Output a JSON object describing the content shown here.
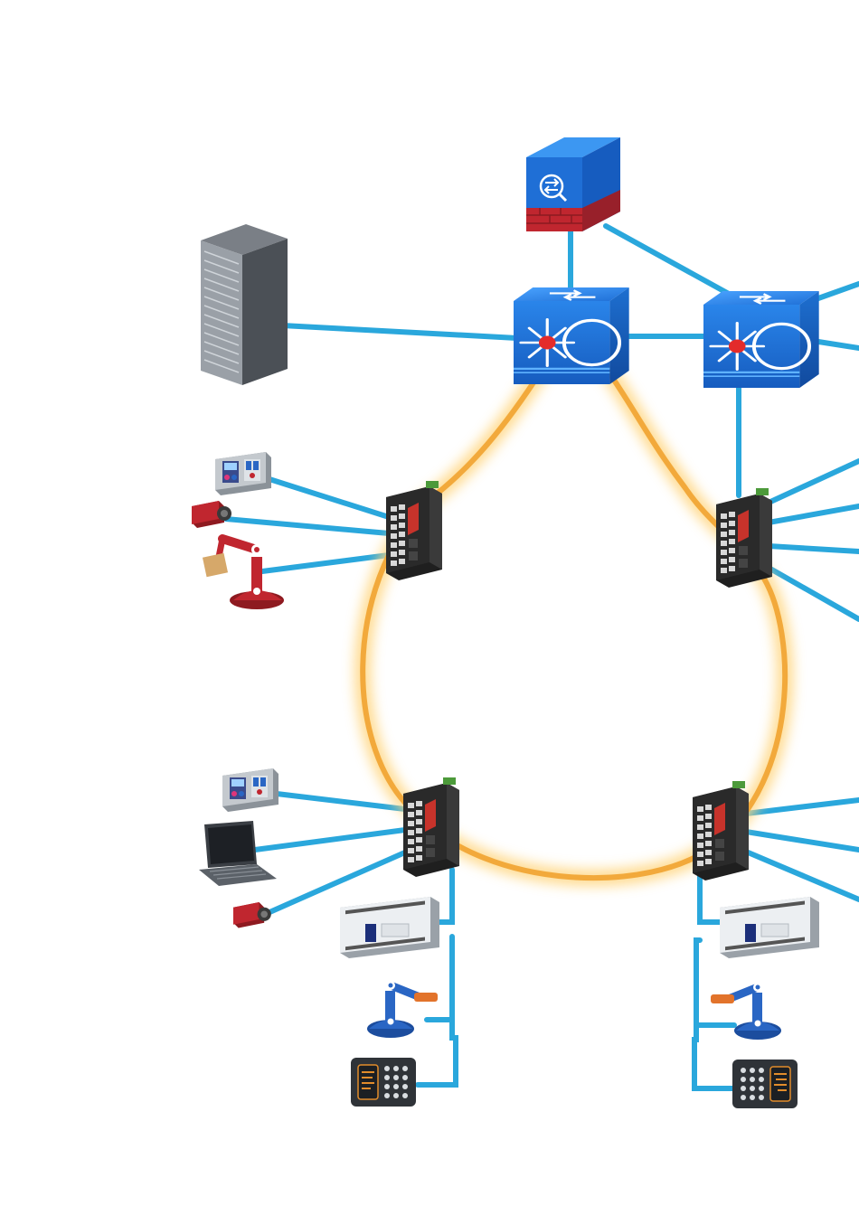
{
  "diagram": {
    "type": "industrial-ring-network-topology",
    "colors": {
      "link": "#2aa7dc",
      "ring": "#f2a93b",
      "ring_glow": "#ffd47a",
      "core_switch": "#1f6fd6",
      "firewall_red": "#c0262f",
      "server": "#5d6268",
      "edge_switch": "#2b2b2b",
      "edge_switch_accent": "#c7332b",
      "robot_red": "#c0262f",
      "robot_blue": "#2a66c4",
      "plc_body": "#eceff2",
      "keypad": "#2f3338"
    },
    "nodes": [
      {
        "id": "firewall",
        "icon": "firewall-icon"
      },
      {
        "id": "server",
        "icon": "server-rack-icon"
      },
      {
        "id": "core-switch-left",
        "icon": "layer3-switch-icon"
      },
      {
        "id": "core-switch-right",
        "icon": "layer3-switch-icon"
      },
      {
        "id": "ring-switch-upper-left",
        "icon": "industrial-switch-icon"
      },
      {
        "id": "ring-switch-upper-right",
        "icon": "industrial-switch-icon"
      },
      {
        "id": "ring-switch-lower-left",
        "icon": "industrial-switch-icon"
      },
      {
        "id": "ring-switch-lower-right",
        "icon": "industrial-switch-icon"
      },
      {
        "id": "hmi-panel-1",
        "icon": "control-panel-icon"
      },
      {
        "id": "camera-1",
        "icon": "industrial-camera-icon"
      },
      {
        "id": "robot-arm-red",
        "icon": "robot-arm-icon"
      },
      {
        "id": "hmi-panel-2",
        "icon": "control-panel-icon"
      },
      {
        "id": "laptop",
        "icon": "laptop-icon"
      },
      {
        "id": "camera-2",
        "icon": "industrial-camera-icon"
      },
      {
        "id": "plc-left",
        "icon": "plc-icon"
      },
      {
        "id": "robot-arm-blue-left",
        "icon": "robot-arm-icon"
      },
      {
        "id": "keypad-left",
        "icon": "keypad-terminal-icon"
      },
      {
        "id": "plc-right",
        "icon": "plc-icon"
      },
      {
        "id": "robot-arm-blue-right",
        "icon": "robot-arm-icon"
      },
      {
        "id": "keypad-right",
        "icon": "keypad-terminal-icon"
      }
    ],
    "links": [
      {
        "from": "firewall",
        "to": "core-switch-left"
      },
      {
        "from": "firewall",
        "to": "core-switch-right"
      },
      {
        "from": "server",
        "to": "core-switch-left"
      },
      {
        "from": "core-switch-left",
        "to": "core-switch-right"
      },
      {
        "from": "core-switch-right",
        "to": "ring-switch-upper-right"
      },
      {
        "from": "ring-switch-upper-left",
        "to": "hmi-panel-1"
      },
      {
        "from": "ring-switch-upper-left",
        "to": "camera-1"
      },
      {
        "from": "ring-switch-upper-left",
        "to": "robot-arm-red"
      },
      {
        "from": "ring-switch-lower-left",
        "to": "hmi-panel-2"
      },
      {
        "from": "ring-switch-lower-left",
        "to": "laptop"
      },
      {
        "from": "ring-switch-lower-left",
        "to": "camera-2"
      },
      {
        "from": "ring-switch-lower-left",
        "to": "plc-left"
      },
      {
        "from": "ring-switch-lower-left",
        "to": "robot-arm-blue-left"
      },
      {
        "from": "ring-switch-lower-left",
        "to": "keypad-left"
      },
      {
        "from": "ring-switch-lower-right",
        "to": "plc-right"
      },
      {
        "from": "ring-switch-lower-right",
        "to": "robot-arm-blue-right"
      },
      {
        "from": "ring-switch-lower-right",
        "to": "keypad-right"
      }
    ],
    "ring": {
      "members": [
        "core-switch-left",
        "ring-switch-upper-left",
        "ring-switch-lower-left",
        "ring-switch-lower-right",
        "ring-switch-upper-right"
      ]
    }
  }
}
